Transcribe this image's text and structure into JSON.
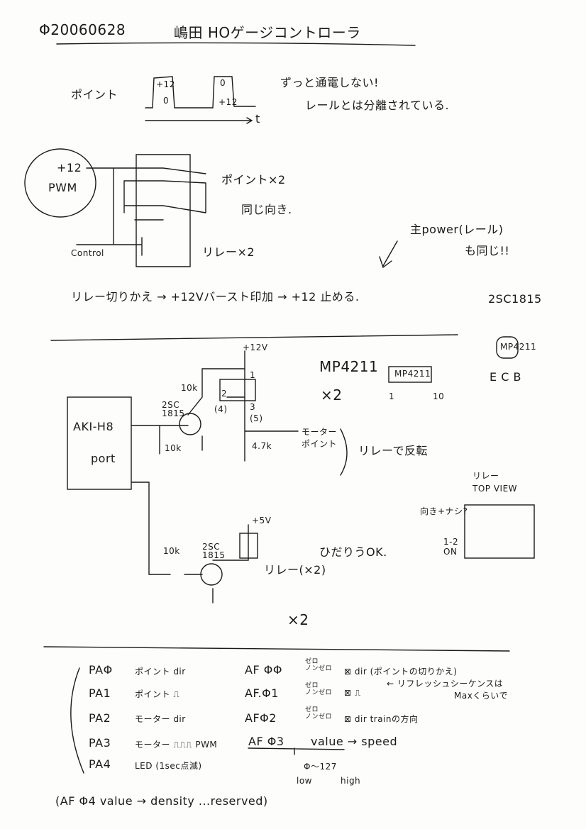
{
  "header": {
    "date": "Φ20060628",
    "title": "嶋田 HOゲージコントローラ"
  },
  "point_section": {
    "label": "ポイント",
    "wave_labels": [
      "+12",
      "0",
      "0",
      "+12",
      "t"
    ],
    "note1": "ずっと通電しない!",
    "note2": "レールとは分離されている."
  },
  "relay_section": {
    "source": "+12",
    "pwm": "PWM",
    "output": "ポイント×2",
    "same_dir": "同じ向き.",
    "control": "Control",
    "relay_count": "リレー×2",
    "main_power": "主power(レール)",
    "main_power2": "も同じ!!",
    "sequence": "リレー切りかえ → +12Vバースト印加 → +12 止める.",
    "transistor": "2SC1815"
  },
  "circuit": {
    "v12": "+12V",
    "mp": "MP4211",
    "x2a": "×2",
    "r1": "10k",
    "tr1": "2SC\n1815",
    "pins": [
      "1",
      "2",
      "3",
      "(4)",
      "(5)"
    ],
    "mcu": "AKI-H8",
    "port": "port",
    "r2": "10k",
    "r3": "4.7k",
    "out1": "モーター",
    "out2": "ポイント",
    "reverse": "リレーで反転",
    "ecb": "E C B",
    "chip_label": "MP4211",
    "chip_pin1": "1",
    "chip_pin10": "10",
    "relay_title": "リレー",
    "top_view": "TOP VIEW",
    "relay_note1": "向き+ナシ?",
    "relay_note2": "1-2 ON",
    "v5": "+5V",
    "r4": "10k",
    "tr2": "2SC\n1815",
    "relay2": "リレー(×2)",
    "relay_ok": "ひだりうOK.",
    "x2b": "×2"
  },
  "ports": [
    {
      "port": "PAΦ",
      "desc": "ポイント dir",
      "af": "AF ΦΦ",
      "zero": "ゼロ\nノンゼロ",
      "val": "⊠ dir (ポイントの切りかえ)"
    },
    {
      "port": "PA1",
      "desc": "ポイント ⎍",
      "af": "AF.Φ1",
      "zero": "ゼロ\nノンゼロ",
      "val": "⊠ ⎍"
    },
    {
      "port": "PA2",
      "desc": "モーター dir",
      "af": "AFΦ2",
      "zero": "ゼロ\nノンゼロ",
      "val": "⊠ dir  trainの方向"
    },
    {
      "port": "PA3",
      "desc": "モーター ⎍⎍⎍ PWM",
      "af": "AF Φ3",
      "zero": "",
      "val": "value → speed"
    },
    {
      "port": "PA4",
      "desc": "LED (1sec点滅)",
      "af": "",
      "zero": "",
      "val": ""
    }
  ],
  "notes": {
    "seq_note1": "← リフレッシュシーケンスは",
    "seq_note2": "Maxくらいで",
    "range": "Φ〜127",
    "low": "low",
    "high": "high",
    "reserved": "(AF Φ4 value → density ...reserved)"
  }
}
